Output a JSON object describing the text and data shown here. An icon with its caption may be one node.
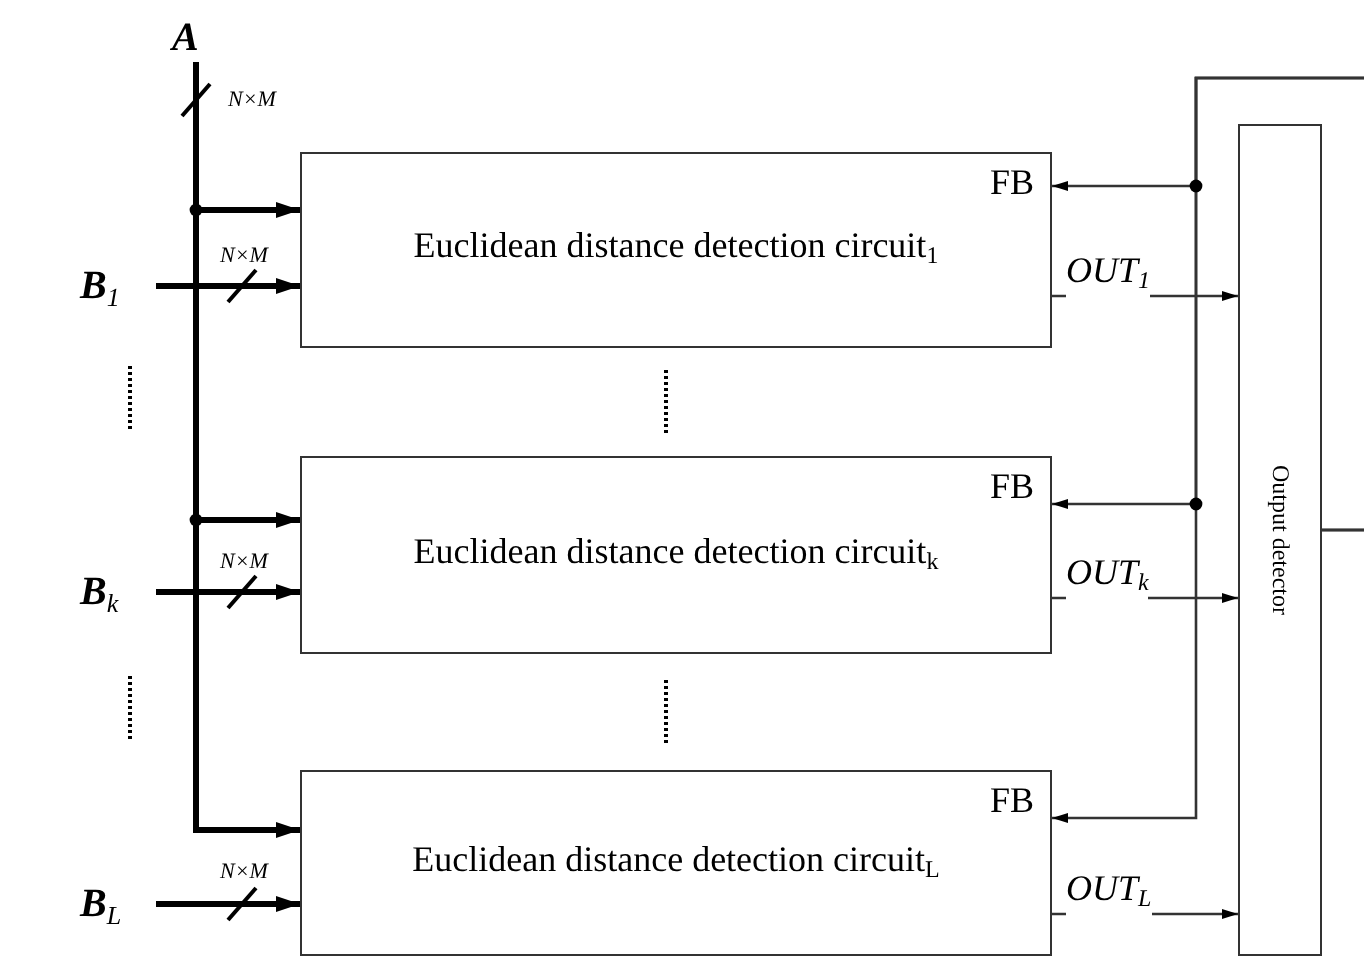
{
  "diagram": {
    "nodes": [
      {
        "text": [
          "A"
        ]
      },
      {
        "text": [
          "B$_{1}$"
        ]
      },
      {
        "text": [
          "B$_{k}$"
        ]
      },
      {
        "text": [
          "B$_{L}$"
        ]
      },
      {
        "text": [
          "FB",
          "Euclidean distance detection circuit$_{1}$"
        ]
      },
      {
        "text": [
          "FB",
          "Euclidean distance detection circuit$_{k}$"
        ]
      },
      {
        "text": [
          "FB",
          "Euclidean distance detection circuit$_{L}$"
        ]
      },
      {
        "text": [
          "Output detector"
        ]
      }
    ],
    "edges": [
      {
        "from": 0,
        "to": 4,
        "arrow": "to",
        "style": "thick"
      },
      {
        "from": 0,
        "to": 5,
        "arrow": "to",
        "style": "thick"
      },
      {
        "from": 0,
        "to": 6,
        "arrow": "to",
        "style": "thick"
      },
      {
        "from": 1,
        "to": 4,
        "arrow": "to",
        "style": "thick"
      },
      {
        "from": 2,
        "to": 5,
        "arrow": "to",
        "style": "thick"
      },
      {
        "from": 3,
        "to": 6,
        "arrow": "to",
        "style": "thick"
      },
      {
        "from": 4,
        "to": 7,
        "arrow": "to",
        "label": "OUT$_{1}$"
      },
      {
        "from": 5,
        "to": 7,
        "arrow": "to",
        "label": "OUT$_{k}$"
      },
      {
        "from": 6,
        "to": 7,
        "arrow": "to",
        "label": "OUT$_{L}$"
      },
      {
        "from": 7,
        "to": 4,
        "arrow": "to"
      },
      {
        "from": 7,
        "to": 5,
        "arrow": "to"
      },
      {
        "from": 7,
        "to": 6,
        "arrow": "to"
      }
    ],
    "labels": [
      "N×M",
      "N×M",
      "N×M",
      "N×M"
    ]
  }
}
